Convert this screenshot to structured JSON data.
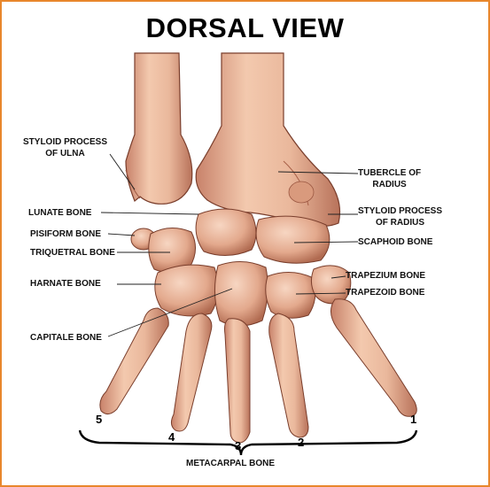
{
  "title": "DORSAL VIEW",
  "labels": {
    "styloid_ulna_line1": "STYLOID PROCESS",
    "styloid_ulna_line2": "OF ULNA",
    "tubercle_line1": "TUBERCLE OF",
    "tubercle_line2": "RADIUS",
    "lunate": "LUNATE BONE",
    "styloid_radius_line1": "STYLOID PROCESS",
    "styloid_radius_line2": "OF RADIUS",
    "pisiform": "PISIFORM BONE",
    "scaphoid": "SCAPHOID BONE",
    "triquetral": "TRIQUETRAL BONE",
    "trapezium": "TRAPEZIUM BONE",
    "harnate": "HARNATE BONE",
    "trapezoid": "TRAPEZOID BONE",
    "capitale": "CAPITALE BONE",
    "metacarpal": "METACARPAL BONE"
  },
  "metacarpal_numbers": [
    "5",
    "4",
    "3",
    "2",
    "1"
  ],
  "colors": {
    "border": "#e8872c",
    "bone_light": "#f3c9ae",
    "bone_mid": "#e2a689",
    "bone_dark": "#b86f55",
    "outline": "#7a3e2c",
    "text": "#111111"
  }
}
